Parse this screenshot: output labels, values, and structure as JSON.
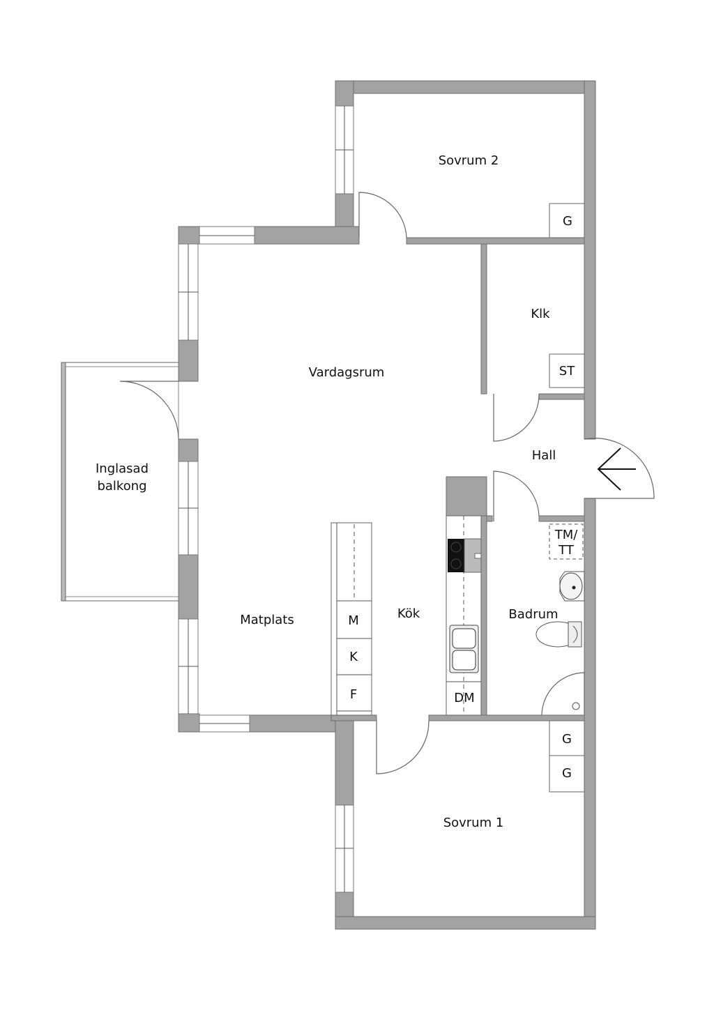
{
  "rooms": {
    "sovrum2": "Sovrum 2",
    "klk": "Klk",
    "vardagsrum": "Vardagsrum",
    "hall": "Hall",
    "balkong_1": "Inglasad",
    "balkong_2": "balkong",
    "matplats": "Matplats",
    "kok": "Kök",
    "badrum": "Badrum",
    "sovrum1": "Sovrum 1"
  },
  "fixtures": {
    "g_sovrum2": "G",
    "st": "ST",
    "tm_1": "TM/",
    "tm_2": "TT",
    "m": "M",
    "k": "K",
    "f": "F",
    "dm": "DM",
    "g1_sovrum1": "G",
    "g2_sovrum1": "G"
  },
  "colors": {
    "wall": "#a3a3a3",
    "background": "#ffffff"
  }
}
